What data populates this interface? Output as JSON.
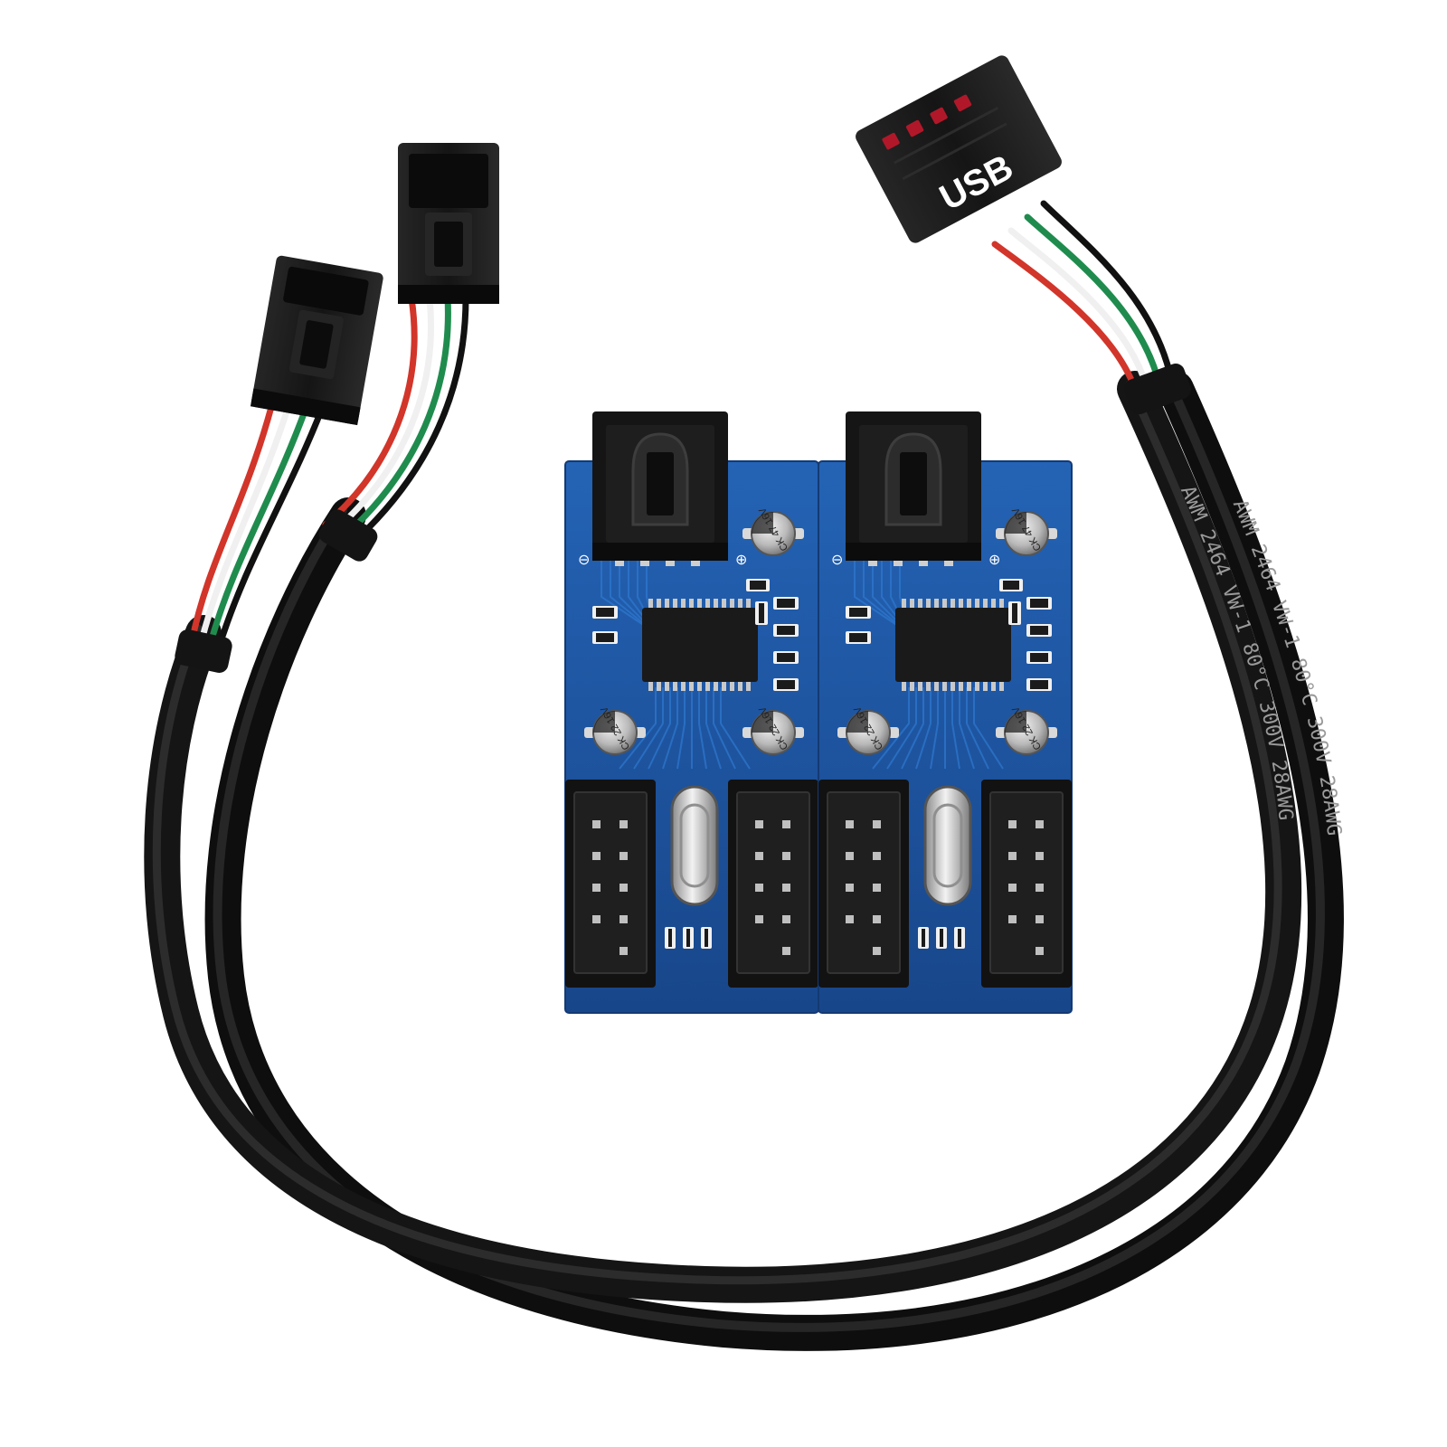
{
  "photo": {
    "usb_label": "USB",
    "cable_print_1": "AWM 2464 VW-1 80°C 300V 28AWG",
    "cable_print_2": "AWM 2464 VW-1 80°C 300V 28AWG",
    "capacitor_top_marking": "CK 47 16V",
    "capacitor_bottom_marking": "CK 22 16V",
    "pcb_minus_symbol": "⊖",
    "pcb_plus_symbol": "⊕",
    "colors": {
      "background": "#ffffff",
      "pcb": "#1c4f9a",
      "cable": "#1b1b1b",
      "connector": "#151515",
      "wire_red": "#d2352a",
      "wire_green": "#1f8c4e",
      "wire_white": "#f2f2f2",
      "wire_black": "#111111"
    }
  }
}
